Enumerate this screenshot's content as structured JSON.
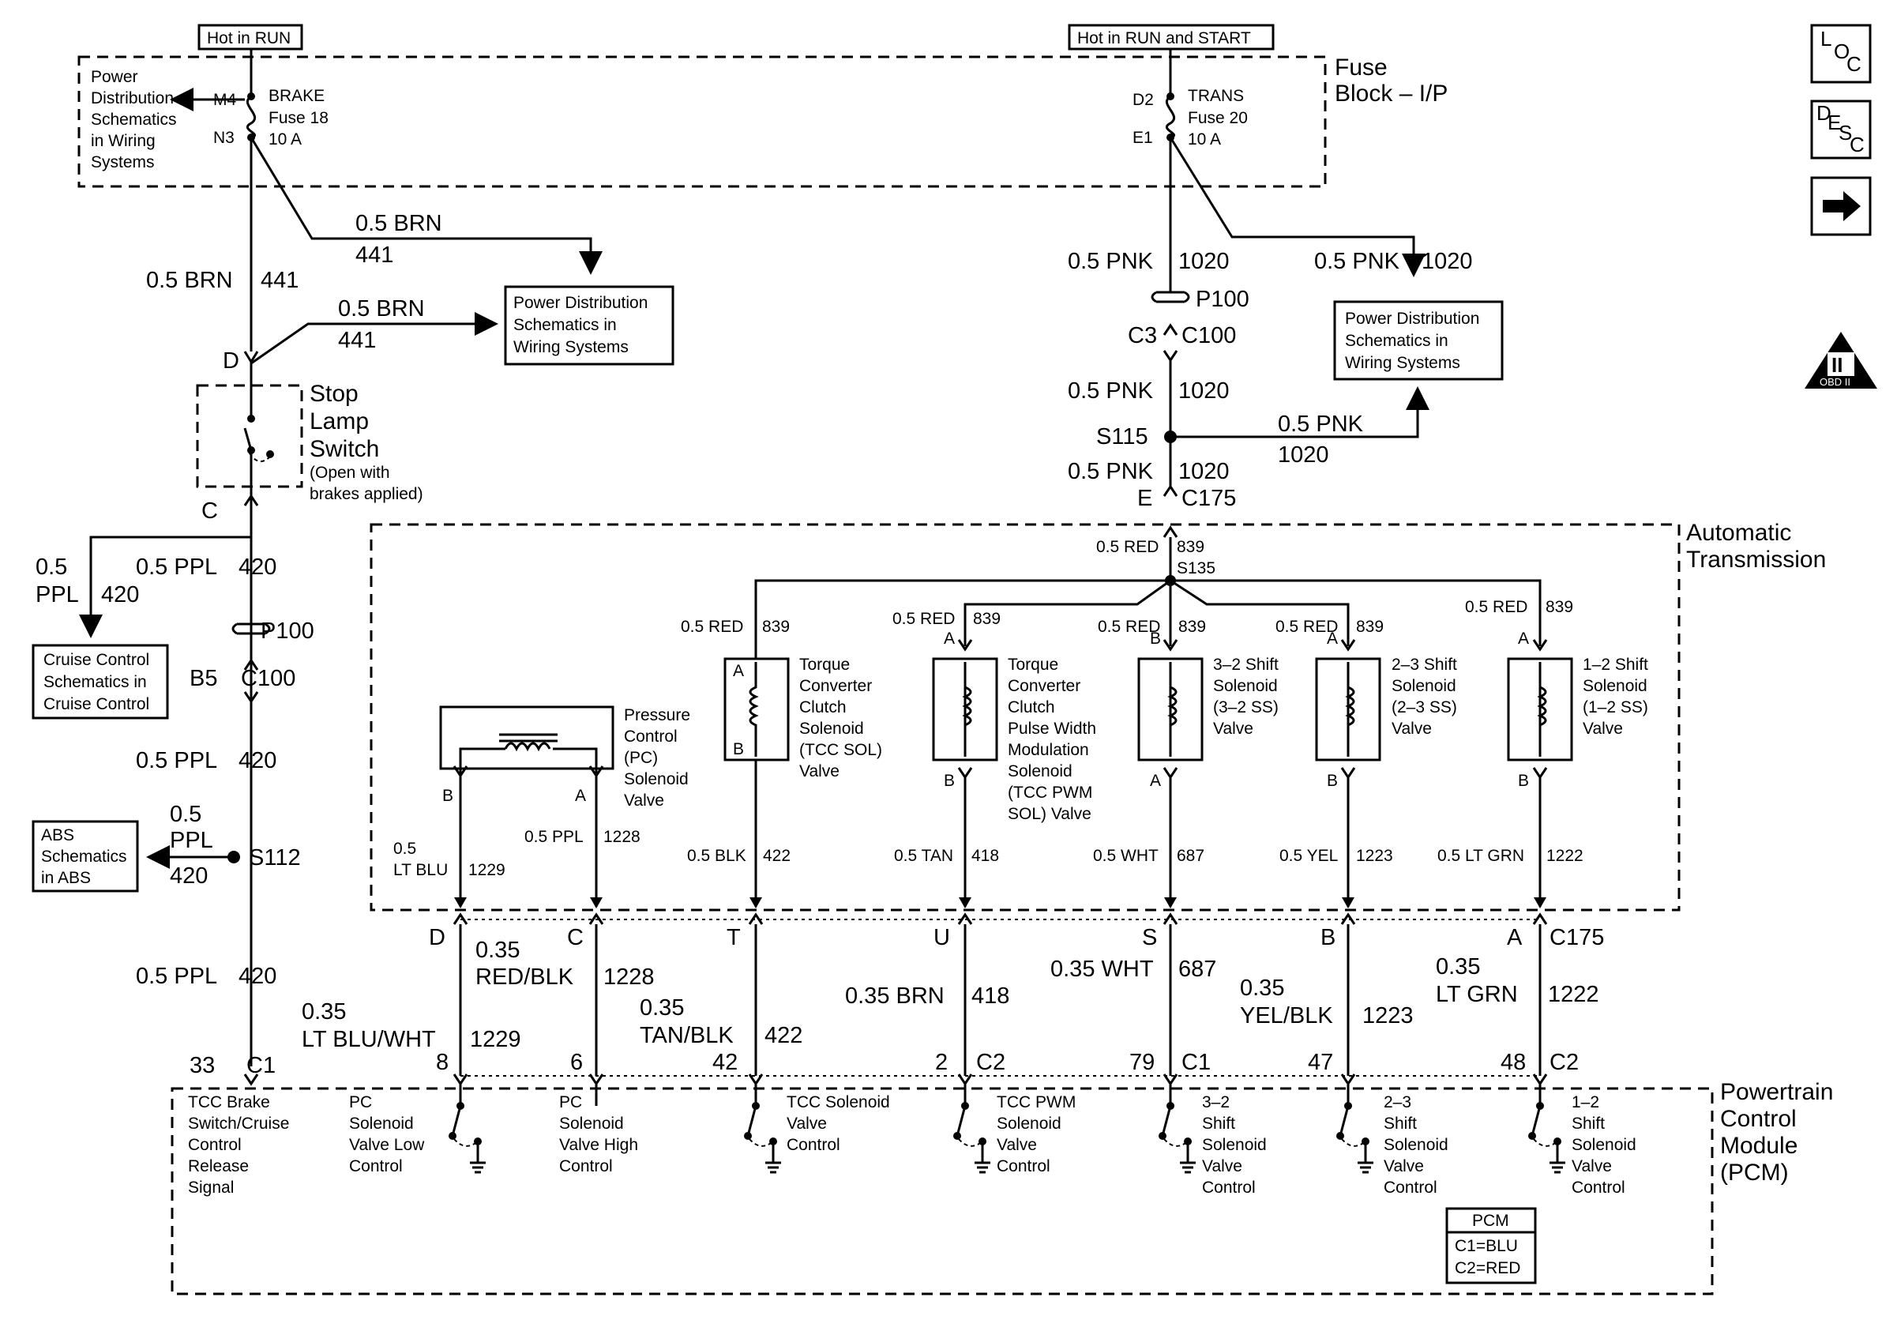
{
  "hot_labels": {
    "run": "Hot in RUN",
    "run_start": "Hot in RUN and START"
  },
  "fuse_block": {
    "title_line1": "Fuse",
    "title_line2": "Block – I/P"
  },
  "left_ref": [
    "Power",
    "Distribution",
    "Schematics",
    "in Wiring",
    "Systems"
  ],
  "brake_fuse": {
    "pin_top": "M4",
    "pin_bot": "N3",
    "line1": "BRAKE",
    "line2": "Fuse 18",
    "line3": "10 A"
  },
  "trans_fuse": {
    "pin_top": "D2",
    "pin_bot": "E1",
    "line1": "TRANS",
    "line2": "Fuse 20",
    "line3": "10 A"
  },
  "left_wires": {
    "brn_gauge": "0.5 BRN",
    "brn_circuit": "441",
    "branch1_gauge": "0.5 BRN",
    "branch1_circuit": "441",
    "branch2_gauge": "0.5 BRN",
    "branch2_circuit": "441",
    "ppl_gauge": "0.5 PPL",
    "ppl_circuit": "420",
    "cruise_gauge_a": "0.5",
    "cruise_gauge_b": "PPL",
    "cruise_circuit": "420",
    "ppl2_gauge": "0.5 PPL",
    "ppl2_circuit": "420",
    "abs_gauge_a": "0.5",
    "abs_gauge_b": "PPL",
    "abs_circuit": "420",
    "ppl3_gauge": "0.5 PPL",
    "ppl3_circuit": "420"
  },
  "pd_box_left": [
    "Power Distribution",
    "Schematics in",
    "Wiring Systems"
  ],
  "pd_box_right": [
    "Power Distribution",
    "Schematics in",
    "Wiring Systems"
  ],
  "cruise_box": [
    "Cruise Control",
    "Schematics in",
    "Cruise Control"
  ],
  "abs_box": [
    "ABS",
    "Schematics",
    "in ABS"
  ],
  "stop_lamp": {
    "pin_top": "D",
    "pin_bot": "C",
    "title1": "Stop",
    "title2": "Lamp",
    "title3": "Switch",
    "note1": "(Open with",
    "note2": "brakes applied)"
  },
  "left_conn": {
    "p100": "P100",
    "b5": "B5",
    "c100": "C100",
    "s112": "S112",
    "pin33": "33",
    "c1": "C1"
  },
  "right_wires": {
    "pnk1_gauge": "0.5 PNK",
    "pnk1_circuit": "1020",
    "pnk_branch_gauge": "0.5 PNK",
    "pnk_branch_circuit": "1020",
    "p100": "P100",
    "c3": "C3",
    "c100": "C100",
    "pnk2_gauge": "0.5 PNK",
    "pnk2_circuit": "1020",
    "s115": "S115",
    "pnk3_gauge": "0.5 PNK",
    "pnk3_circuit": "1020",
    "pnk_s115_gauge": "0.5 PNK",
    "pnk_s115_circuit": "1020",
    "e": "E",
    "c175": "C175"
  },
  "auto_trans": {
    "title1": "Automatic",
    "title2": "Transmission",
    "red_top": "0.5 RED",
    "red_top_circuit": "839",
    "s135": "S135"
  },
  "solenoids": {
    "pc": {
      "name": [
        "Pressure",
        "Control",
        "(PC)",
        "Solenoid",
        "Valve"
      ],
      "pin_b": "B",
      "pin_a": "A"
    },
    "tcc": {
      "name": [
        "Torque",
        "Converter",
        "Clutch",
        "Solenoid",
        "(TCC SOL)",
        "Valve"
      ],
      "red": "0.5 RED",
      "red_c": "839",
      "pin_a": "A",
      "pin_b": "B"
    },
    "tccpwm": {
      "name": [
        "Torque",
        "Converter",
        "Clutch",
        "Pulse Width",
        "Modulation",
        "Solenoid",
        "(TCC PWM",
        "SOL) Valve"
      ],
      "red": "0.5 RED",
      "red_c": "839",
      "pin_a": "A",
      "pin_b": "B"
    },
    "ss32": {
      "name": [
        "3–2 Shift",
        "Solenoid",
        "(3–2 SS)",
        "Valve"
      ],
      "red": "0.5 RED",
      "red_c": "839",
      "pin_top": "B",
      "pin_bot": "A"
    },
    "ss23": {
      "name": [
        "2–3 Shift",
        "Solenoid",
        "(2–3 SS)",
        "Valve"
      ],
      "red": "0.5 RED",
      "red_c": "839",
      "pin_top": "A",
      "pin_bot": "B"
    },
    "ss12": {
      "name": [
        "1–2 Shift",
        "Solenoid",
        "(1–2 SS)",
        "Valve"
      ],
      "red": "0.5 RED",
      "red_c": "839",
      "pin_top": "A",
      "pin_bot": "B"
    }
  },
  "inner_wires": {
    "ltblu_a": "0.5",
    "ltblu_b": "LT BLU",
    "ltblu_c": "1229",
    "ppl": "0.5 PPL",
    "ppl_c": "1228",
    "blk": "0.5 BLK",
    "blk_c": "422",
    "tan": "0.5 TAN",
    "tan_c": "418",
    "wht": "0.5 WHT",
    "wht_c": "687",
    "yel": "0.5 YEL",
    "yel_c": "1223",
    "ltgrn": "0.5 LT GRN",
    "ltgrn_c": "1222"
  },
  "c175_pins": {
    "d": "D",
    "c": "C",
    "t": "T",
    "u": "U",
    "s": "S",
    "b": "B",
    "a": "A",
    "label": "C175"
  },
  "outer_wires": {
    "redblk_a": "0.35",
    "redblk_b": "RED/BLK",
    "redblk_c": "1228",
    "ltbluwht_a": "0.35",
    "ltbluwht_b": "LT BLU/WHT",
    "ltbluwht_c": "1229",
    "tanblk_a": "0.35",
    "tanblk_b": "TAN/BLK",
    "tanblk_c": "422",
    "brn": "0.35 BRN",
    "brn_c": "418",
    "wht": "0.35 WHT",
    "wht_c": "687",
    "yelblk_a": "0.35",
    "yelblk_b": "YEL/BLK",
    "yelblk_c": "1223",
    "ltgrn_a": "0.35",
    "ltgrn_b": "LT GRN",
    "ltgrn_c": "1222"
  },
  "pcm_pins": {
    "p8": "8",
    "p6": "6",
    "p42": "42",
    "p2": "2",
    "c2a": "C2",
    "p79": "79",
    "c1": "C1",
    "p47": "47",
    "p48": "48",
    "c2b": "C2"
  },
  "pcm": {
    "title": [
      "Powertrain",
      "Control",
      "Module",
      "(PCM)"
    ],
    "legend_title": "PCM",
    "legend_c1": "C1=BLU",
    "legend_c2": "C2=RED",
    "circuits": {
      "brake": [
        "TCC Brake",
        "Switch/Cruise",
        "Control",
        "Release",
        "Signal"
      ],
      "pclow": [
        "PC",
        "Solenoid",
        "Valve Low",
        "Control"
      ],
      "pchigh": [
        "PC",
        "Solenoid",
        "Valve High",
        "Control"
      ],
      "tcc": [
        "TCC Solenoid",
        "Valve",
        "Control"
      ],
      "tccpwm": [
        "TCC PWM",
        "Solenoid",
        "Valve",
        "Control"
      ],
      "ss32": [
        "3–2",
        "Shift",
        "Solenoid",
        "Valve",
        "Control"
      ],
      "ss23": [
        "2–3",
        "Shift",
        "Solenoid",
        "Valve",
        "Control"
      ],
      "ss12": [
        "1–2",
        "Shift",
        "Solenoid",
        "Valve",
        "Control"
      ]
    }
  },
  "nav": {
    "loc_l": "L",
    "loc_o": "O",
    "loc_c": "C",
    "desc_d": "D",
    "desc_e": "E",
    "desc_s": "S",
    "desc_c": "C",
    "obd_ii": "II",
    "obd_label": "OBD II"
  }
}
